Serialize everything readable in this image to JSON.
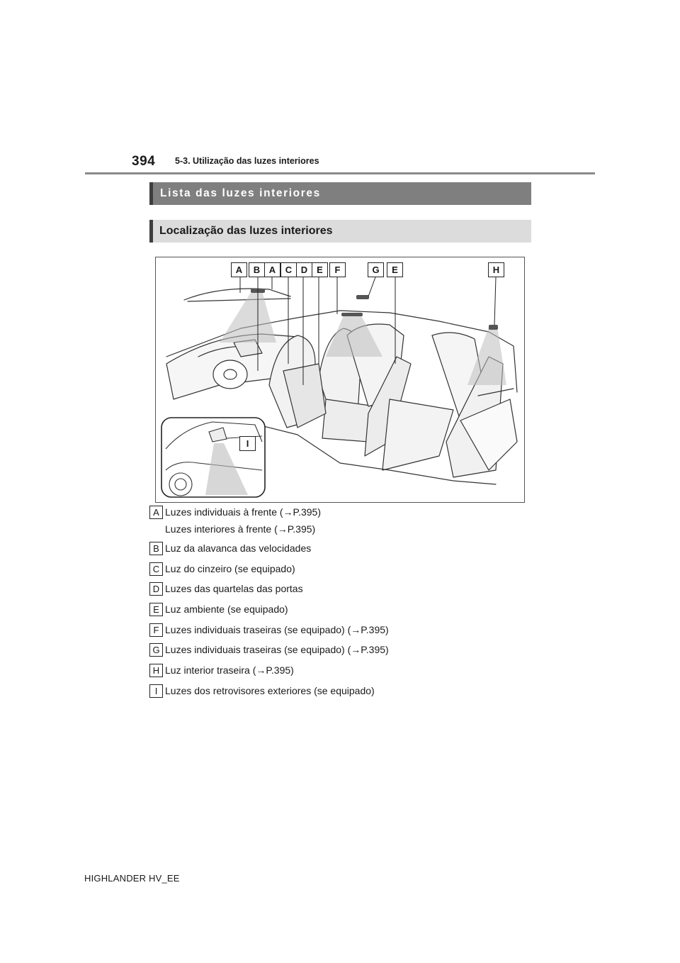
{
  "header": {
    "page_number": "394",
    "section_title": "5-3. Utilização das luzes interiores"
  },
  "banners": {
    "primary": "Lista das luzes interiores",
    "secondary": "Localização das luzes interiores"
  },
  "illustration": {
    "top_callouts": [
      "A",
      "B",
      "A",
      "C",
      "D",
      "E",
      "F",
      "G",
      "E",
      "H"
    ],
    "inset_callout": "I"
  },
  "legend": [
    {
      "key": "A",
      "text": "Luzes individuais à frente (→P.395)",
      "sub": "Luzes interiores à frente (→P.395)"
    },
    {
      "key": "B",
      "text": "Luz da alavanca das velocidades"
    },
    {
      "key": "C",
      "text": "Luz do cinzeiro (se equipado)"
    },
    {
      "key": "D",
      "text": "Luzes das quartelas das portas"
    },
    {
      "key": "E",
      "text": "Luz ambiente (se equipado)"
    },
    {
      "key": "F",
      "text": "Luzes individuais traseiras (se equipado) (→P.395)"
    },
    {
      "key": "G",
      "text": "Luzes individuais traseiras (se equipado) (→P.395)"
    },
    {
      "key": "H",
      "text": "Luz interior traseira (→P.395)"
    },
    {
      "key": "I",
      "text": "Luzes dos retrovisores exteriores (se equipado)"
    }
  ],
  "footer": {
    "model": "HIGHLANDER HV_EE"
  }
}
